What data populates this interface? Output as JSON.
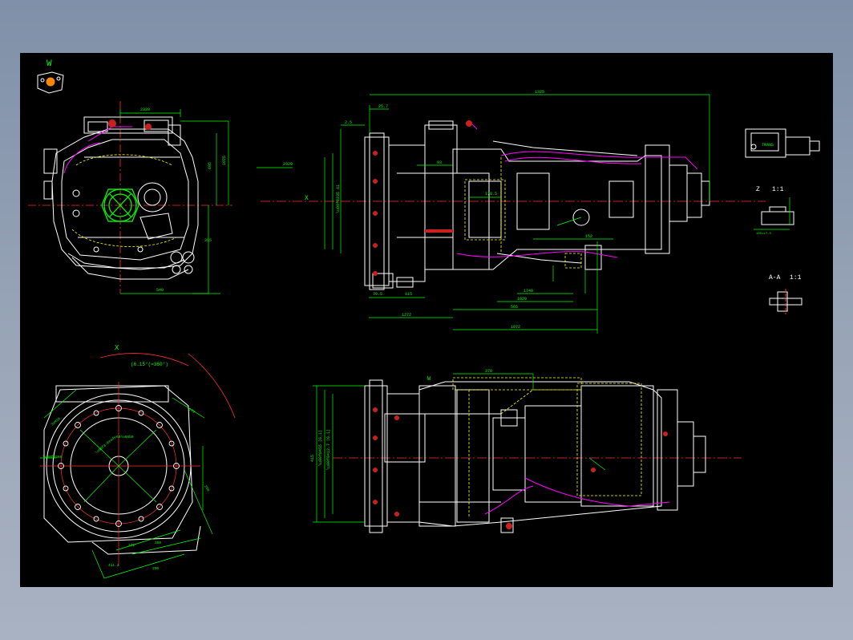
{
  "labels": {
    "view_w": "W",
    "view_x": "X",
    "angle_note": "(6.15°(=360°)",
    "section_z": "Z",
    "scale_z": "1:1",
    "section_aa": "A-A",
    "scale_aa": "1:1",
    "arrow_x": "X",
    "arrow_w": "W"
  },
  "colors": {
    "background": "#000000",
    "outline": "#ffffff",
    "dimension": "#00ff00",
    "centerline": "#ff3030",
    "hidden": "#ffff00",
    "highlight": "#00ff00",
    "accent": "#ff00ff"
  }
}
